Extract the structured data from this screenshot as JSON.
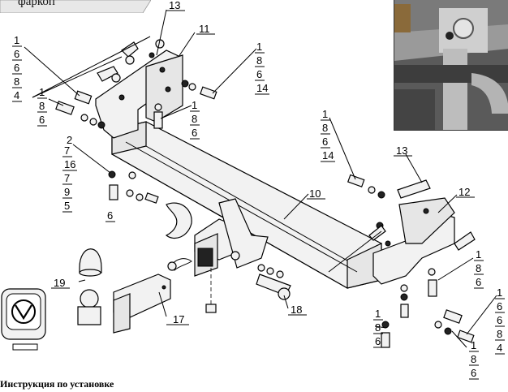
{
  "header": {
    "tab_label": "фаркоп"
  },
  "footer": {
    "title": "Инструкция по установке"
  },
  "callouts": {
    "c13a": "13",
    "c11": "11",
    "c10": "10",
    "c13b": "13",
    "c12": "12",
    "c2": "2",
    "c19": "19",
    "c17": "17",
    "c18": "18"
  },
  "stacks": {
    "topleft": [
      "1",
      "6",
      "6",
      "8",
      "4"
    ],
    "leftmid": [
      "1",
      "8",
      "6"
    ],
    "topright": [
      "1",
      "8",
      "6",
      "14"
    ],
    "center": [
      "1",
      "8",
      "6"
    ],
    "left2": [
      "7",
      "16",
      "7",
      "9",
      "5"
    ],
    "left2b": [
      "6"
    ],
    "mid1": [
      "1",
      "8",
      "6",
      "14"
    ],
    "right1": [
      "1",
      "8",
      "6"
    ],
    "right2": [
      "1",
      "6",
      "6",
      "8",
      "4"
    ],
    "bot1": [
      "1",
      "8",
      "6"
    ],
    "bot2": [
      "1",
      "8",
      "6"
    ]
  }
}
